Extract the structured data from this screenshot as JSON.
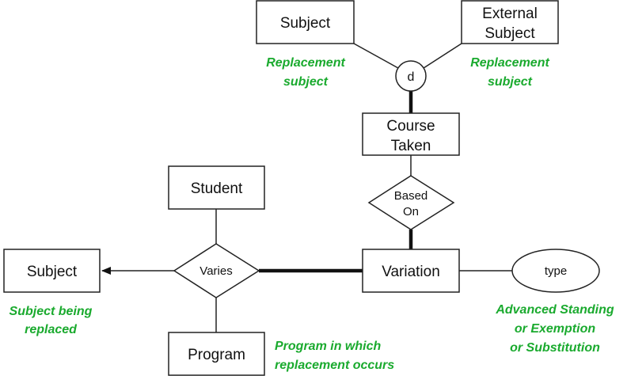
{
  "diagram": {
    "type": "ER diagram",
    "colors": {
      "stroke": "#222222",
      "annotation": "#1aaa2e",
      "background": "#ffffff"
    },
    "entities": {
      "subject_top": {
        "lines": [
          "Subject"
        ]
      },
      "external_subject": {
        "lines": [
          "External",
          "Subject"
        ]
      },
      "course_taken": {
        "lines": [
          "Course",
          "Taken"
        ]
      },
      "student": {
        "lines": [
          "Student"
        ]
      },
      "subject_left": {
        "lines": [
          "Subject"
        ]
      },
      "variation": {
        "lines": [
          "Variation"
        ]
      },
      "program": {
        "lines": [
          "Program"
        ]
      }
    },
    "relationships": {
      "based_on": {
        "lines": [
          "Based",
          "On"
        ]
      },
      "varies": {
        "lines": [
          "Varies"
        ]
      }
    },
    "specialization": {
      "label": "d",
      "meaning": "disjoint"
    },
    "attributes": {
      "type": {
        "label": "type"
      }
    },
    "annotations": {
      "replacement_subject_left": [
        "Replacement",
        "subject"
      ],
      "replacement_subject_right": [
        "Replacement",
        "subject"
      ],
      "subject_being_replaced": [
        "Subject being",
        "replaced"
      ],
      "program_note": [
        "Program in which",
        "replacement occurs"
      ],
      "type_note": [
        "Advanced Standing",
        "or Exemption",
        "or Substitution"
      ]
    },
    "connections": [
      {
        "from": "subject_top",
        "to": "specialization",
        "style": "thin"
      },
      {
        "from": "external_subject",
        "to": "specialization",
        "style": "thin"
      },
      {
        "from": "specialization",
        "to": "course_taken",
        "style": "thick"
      },
      {
        "from": "course_taken",
        "to": "based_on",
        "style": "thin"
      },
      {
        "from": "based_on",
        "to": "variation",
        "style": "thick"
      },
      {
        "from": "student",
        "to": "varies",
        "style": "thin"
      },
      {
        "from": "varies",
        "to": "program",
        "style": "thin"
      },
      {
        "from": "varies",
        "to": "subject_left",
        "style": "thin-arrow"
      },
      {
        "from": "varies",
        "to": "variation",
        "style": "thick"
      },
      {
        "from": "variation",
        "to": "type",
        "style": "thin"
      }
    ]
  }
}
